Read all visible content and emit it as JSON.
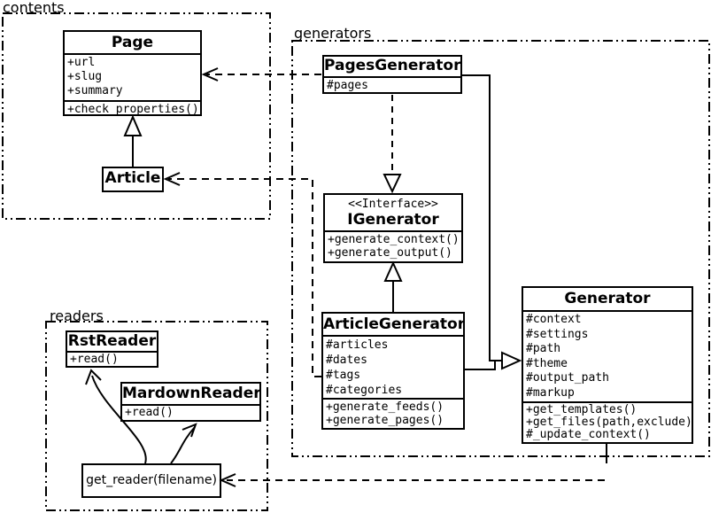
{
  "diagram_title": "Pelican content/generator/reader UML class diagram",
  "packages": {
    "contents": {
      "label": "contents"
    },
    "generators": {
      "label": "generators"
    },
    "readers": {
      "label": "readers"
    }
  },
  "classes": {
    "page": {
      "name": "Page",
      "attributes": [
        "+url",
        "+slug",
        "+summary"
      ],
      "methods": [
        "+check_properties()"
      ]
    },
    "article": {
      "name": "Article"
    },
    "pages_generator": {
      "name": "PagesGenerator",
      "attributes": [
        "#pages"
      ]
    },
    "igenerator": {
      "stereotype": "<<Interface>>",
      "name": "IGenerator",
      "methods": [
        "+generate_context()",
        "+generate_output()"
      ]
    },
    "article_generator": {
      "name": "ArticleGenerator",
      "attributes": [
        "#articles",
        "#dates",
        "#tags",
        "#categories"
      ],
      "methods": [
        "+generate_feeds()",
        "+generate_pages()"
      ]
    },
    "generator": {
      "name": "Generator",
      "attributes": [
        "#context",
        "#settings",
        "#path",
        "#theme",
        "#output_path",
        "#markup"
      ],
      "methods": [
        "+get_templates()",
        "+get_files(path,exclude)",
        "#_update_context()"
      ]
    },
    "rst_reader": {
      "name": "RstReader",
      "methods": [
        "+read()"
      ]
    },
    "mardown_reader": {
      "name": "MardownReader",
      "methods": [
        "+read()"
      ]
    },
    "get_reader": {
      "label": "get_reader(filename)"
    }
  },
  "relationships": [
    {
      "from": "Article",
      "to": "Page",
      "type": "inheritance"
    },
    {
      "from": "PagesGenerator",
      "to": "Page",
      "type": "dependency"
    },
    {
      "from": "ArticleGenerator",
      "to": "Article",
      "type": "dependency"
    },
    {
      "from": "PagesGenerator",
      "to": "IGenerator",
      "type": "realization"
    },
    {
      "from": "ArticleGenerator",
      "to": "IGenerator",
      "type": "inheritance"
    },
    {
      "from": "PagesGenerator",
      "to": "Generator",
      "type": "inheritance"
    },
    {
      "from": "ArticleGenerator",
      "to": "Generator",
      "type": "inheritance"
    },
    {
      "from": "Generator",
      "to": "get_reader(filename)",
      "type": "dependency"
    },
    {
      "from": "get_reader(filename)",
      "to": "RstReader",
      "type": "association"
    },
    {
      "from": "get_reader(filename)",
      "to": "MardownReader",
      "type": "association"
    }
  ],
  "colors": {
    "stroke": "#000000",
    "background": "#ffffff"
  }
}
